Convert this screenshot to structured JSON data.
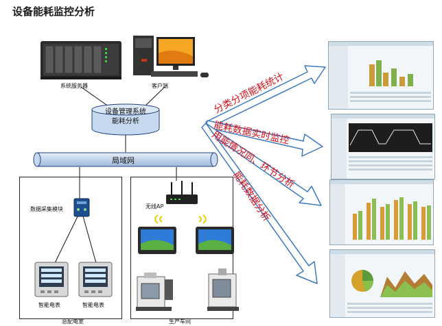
{
  "title": "设备能耗监控分析",
  "nodes": {
    "server": "系统服务器",
    "client": "客户端",
    "db_line1": "设备管理系统",
    "db_line2": "能耗分析",
    "lan": "局域网",
    "collector": "数据采集模块",
    "router": "无线AP",
    "meter1": "智能电表",
    "meter2": "智能电表",
    "group_left": "总配电室",
    "group_right": "生产车间"
  },
  "arrows": [
    {
      "label": "分类分项能耗统计"
    },
    {
      "label": "能耗数据实时监控"
    },
    {
      "label": "用能情况同、环节分析"
    },
    {
      "label": "能耗数据分析"
    }
  ],
  "colors": {
    "arrow_fill": "#ffffff",
    "arrow_stroke": "#3a78c2",
    "arrow_text": "#d8101a",
    "lan_fill": "#c6d9f0",
    "db_fill": "#c6d9f0"
  }
}
